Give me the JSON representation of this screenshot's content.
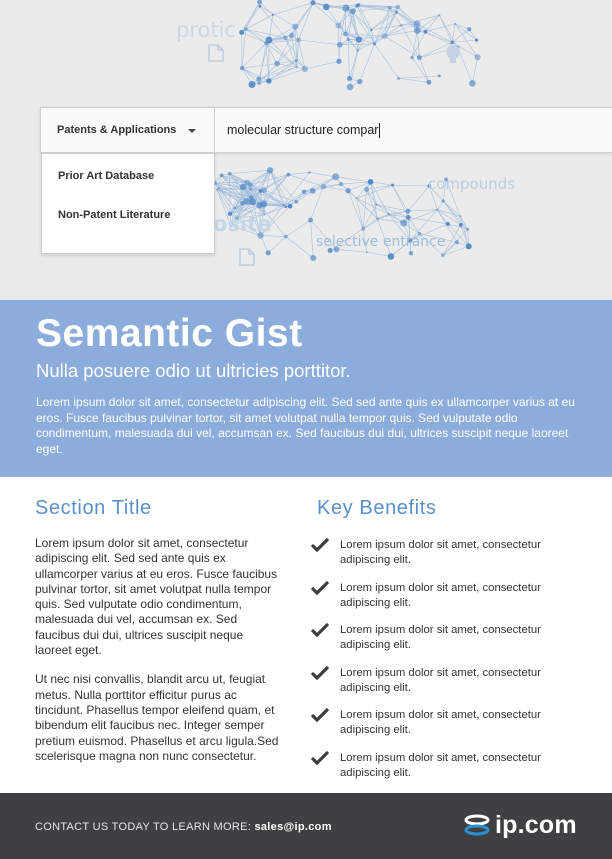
{
  "hero": {
    "floating_words": {
      "proto": "protic",
      "compounds": "compounds",
      "composite": "posite",
      "selective": "selective entrance"
    },
    "search": {
      "selected_category": "Patents & Applications",
      "query": "molecular structure compar"
    },
    "dropdown": {
      "options": [
        "Prior Art Database",
        "Non-Patent Literature"
      ]
    }
  },
  "banner": {
    "title": "Semantic Gist",
    "subtitle": "Nulla posuere odio ut ultricies porttitor.",
    "body": "Lorem ipsum dolor sit amet, consectetur adipiscing elit. Sed sed ante quis ex ullamcorper varius at eu eros. Fusce faucibus pulvinar tortor, sit amet volutpat nulla tempor quis. Sed vulputate odio condimentum, malesuada dui vel, accumsan ex. Sed faucibus dui dui, ultrices suscipit neque laoreet eget."
  },
  "left": {
    "title": "Section Title",
    "paragraphs": [
      "Lorem ipsum dolor sit amet, consectetur adipiscing elit. Sed sed ante quis ex ullamcorper varius at eu eros. Fusce faucibus pulvinar tortor, sit amet volutpat nulla tempor quis. Sed vulputate odio condimentum, malesuada dui vel, accumsan ex. Sed faucibus dui dui, ultrices suscipit neque laoreet eget.",
      "Ut nec nisi convallis, blandit arcu ut, feugiat metus. Nulla porttitor efficitur purus ac tincidunt. Phasellus tempor eleifend quam, et bibendum elit faucibus nec. Integer semper pretium euismod. Phasellus et arcu ligula.Sed scelerisque magna non nunc consectetur."
    ]
  },
  "right": {
    "title": "Key Benefits",
    "benefits": [
      "Lorem ipsum dolor sit amet, consectetur adipiscing elit.",
      "Lorem ipsum dolor sit amet, consectetur adipiscing elit.",
      "Lorem ipsum dolor sit amet, consectetur adipiscing elit.",
      "Lorem ipsum dolor sit amet, consectetur adipiscing elit.",
      "Lorem ipsum dolor sit amet, consectetur adipiscing elit.",
      "Lorem ipsum dolor sit amet, consectetur adipiscing elit."
    ]
  },
  "footer": {
    "cta_text": "CONTACT US TODAY TO LEARN MORE:",
    "email": "sales@ip.com",
    "logo_text": "ip.com"
  },
  "colors": {
    "banner_bg": "#8caddb",
    "accent_title": "#5b8fcc",
    "footer_bg": "#3f4042",
    "network_blue": "#4f86c6"
  },
  "icons": {
    "caret": "chevron-down-icon",
    "check": "checkmark-icon",
    "doc": "document-icon",
    "bulb": "lightbulb-icon",
    "logo": "ip-logo-icon"
  }
}
